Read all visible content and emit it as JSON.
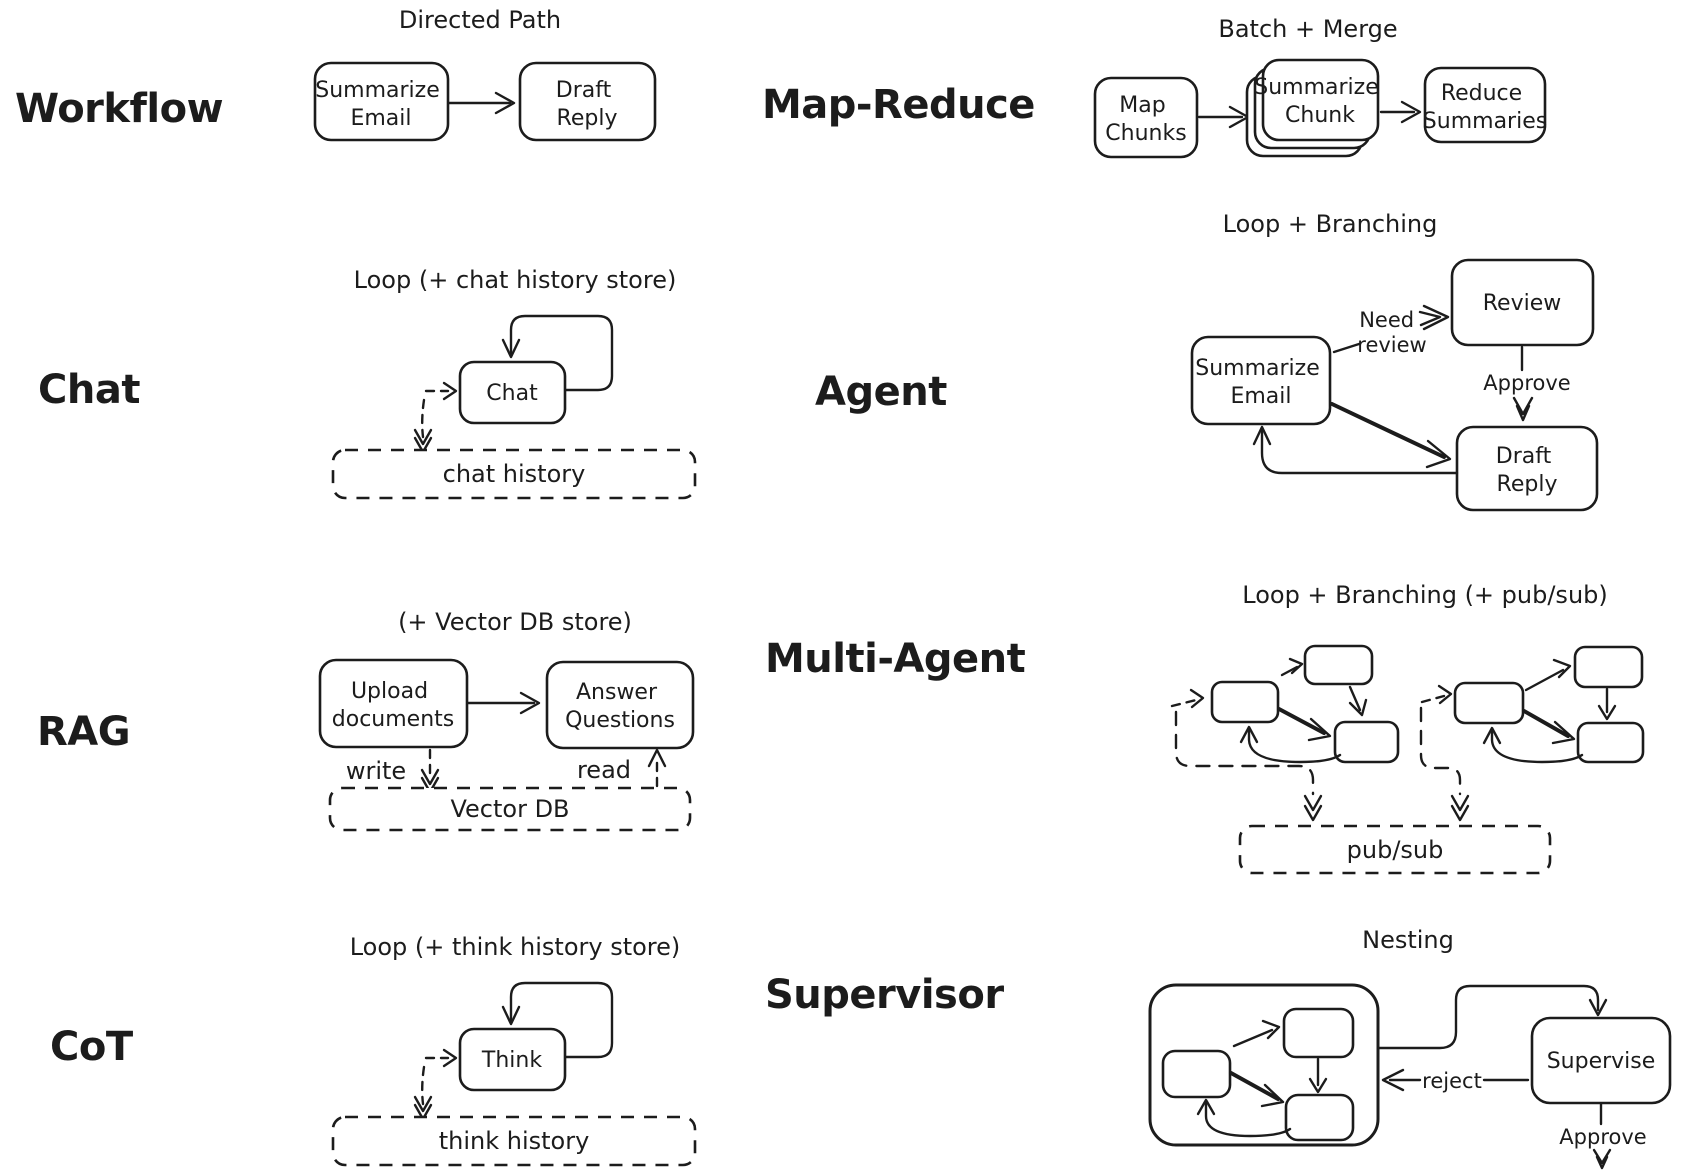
{
  "canvas": {
    "ink": "#1c1c1c",
    "background": "#ffffff"
  },
  "sections": {
    "workflow": {
      "label": "Workflow",
      "title": "Directed Path",
      "nodes": {
        "summarize_email": [
          "Summarize",
          "Email"
        ],
        "draft_reply": [
          "Draft",
          "Reply"
        ]
      }
    },
    "map_reduce": {
      "label": "Map-Reduce",
      "title": "Batch + Merge",
      "nodes": {
        "map_chunks": [
          "Map",
          "Chunks"
        ],
        "summarize_chunk": [
          "Summarize",
          "Chunk"
        ],
        "reduce_summaries": [
          "Reduce",
          "Summaries"
        ]
      }
    },
    "chat": {
      "label": "Chat",
      "title": "Loop (+ chat history store)",
      "nodes": {
        "chat": "Chat"
      },
      "store": "chat history"
    },
    "agent": {
      "label": "Agent",
      "title": "Loop + Branching",
      "nodes": {
        "summarize_email": [
          "Summarize",
          "Email"
        ],
        "review": "Review",
        "draft_reply": [
          "Draft",
          "Reply"
        ]
      },
      "edges": {
        "need_review": [
          "Need",
          "review"
        ],
        "approve": "Approve"
      }
    },
    "rag": {
      "label": "RAG",
      "title": "(+ Vector DB store)",
      "nodes": {
        "upload_documents": [
          "Upload",
          "documents"
        ],
        "answer_questions": [
          "Answer",
          "Questions"
        ]
      },
      "edges": {
        "write": "write",
        "read": "read"
      },
      "store": "Vector DB"
    },
    "multi_agent": {
      "label": "Multi-Agent",
      "title": "Loop + Branching (+ pub/sub)",
      "store": "pub/sub"
    },
    "cot": {
      "label": "CoT",
      "title": "Loop (+ think history store)",
      "nodes": {
        "think": "Think"
      },
      "store": "think history"
    },
    "supervisor": {
      "label": "Supervisor",
      "title": "Nesting",
      "nodes": {
        "supervise": "Supervise"
      },
      "edges": {
        "reject": "reject",
        "approve": "Approve"
      }
    }
  }
}
